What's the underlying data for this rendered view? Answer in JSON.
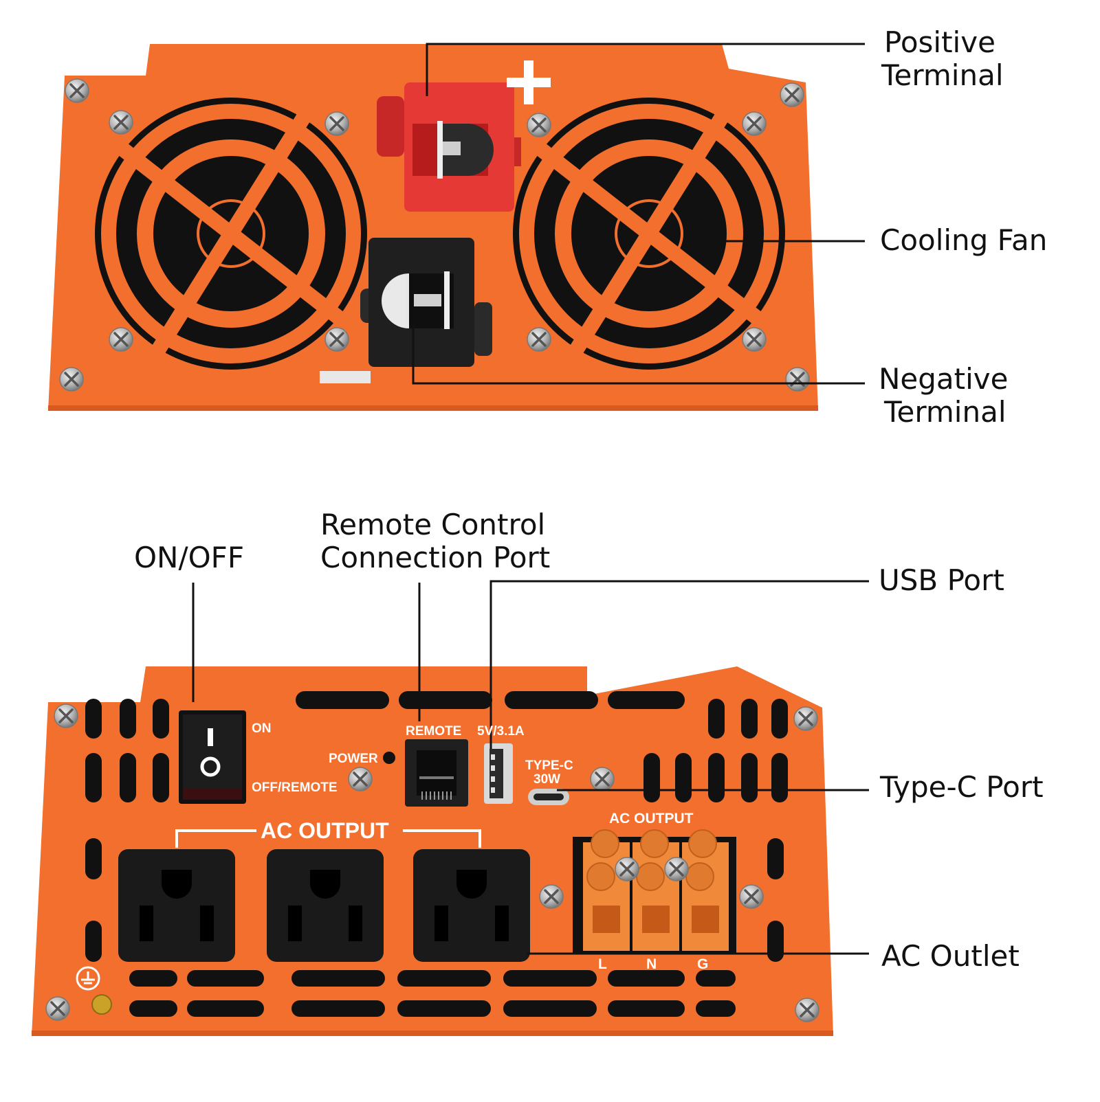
{
  "colors": {
    "housing": "#f26f2e",
    "housing_dark": "#d85a1e",
    "positive_terminal": "#e53935",
    "negative_terminal": "#1f1f1f",
    "fan_opening": "#111111",
    "outlet": "#1a1a1a",
    "screw": "#b8b8b8",
    "leader_line": "#111111",
    "panel_text": "#ffffff"
  },
  "top_panel": {
    "symbol_plus": "+",
    "callouts": {
      "positive_terminal": [
        "Positive",
        "Terminal"
      ],
      "cooling_fan": "Cooling Fan",
      "negative_terminal": [
        "Negative",
        "Terminal"
      ]
    }
  },
  "bottom_panel": {
    "labels": {
      "on": "ON",
      "off_remote": "OFF/REMOTE",
      "switch_on_mark": "I",
      "switch_off_mark": "O",
      "power": "POWER",
      "remote": "REMOTE",
      "usb_rating": "5V/3.1A",
      "type_c": "TYPE-C",
      "type_c_rating": "30W",
      "ac_output_main": "AC OUTPUT",
      "ac_output_terminal": "AC OUTPUT",
      "terminal_l": "L",
      "terminal_n": "N",
      "terminal_g": "G"
    },
    "callouts": {
      "on_off": "ON/OFF",
      "remote_port": [
        "Remote Control",
        "Connection Port"
      ],
      "usb_port": "USB Port",
      "type_c_port": "Type-C Port",
      "ac_outlet": "AC Outlet"
    }
  },
  "icons": [
    "fan-icon",
    "screw-icon",
    "ground-icon",
    "outlet-icon"
  ]
}
